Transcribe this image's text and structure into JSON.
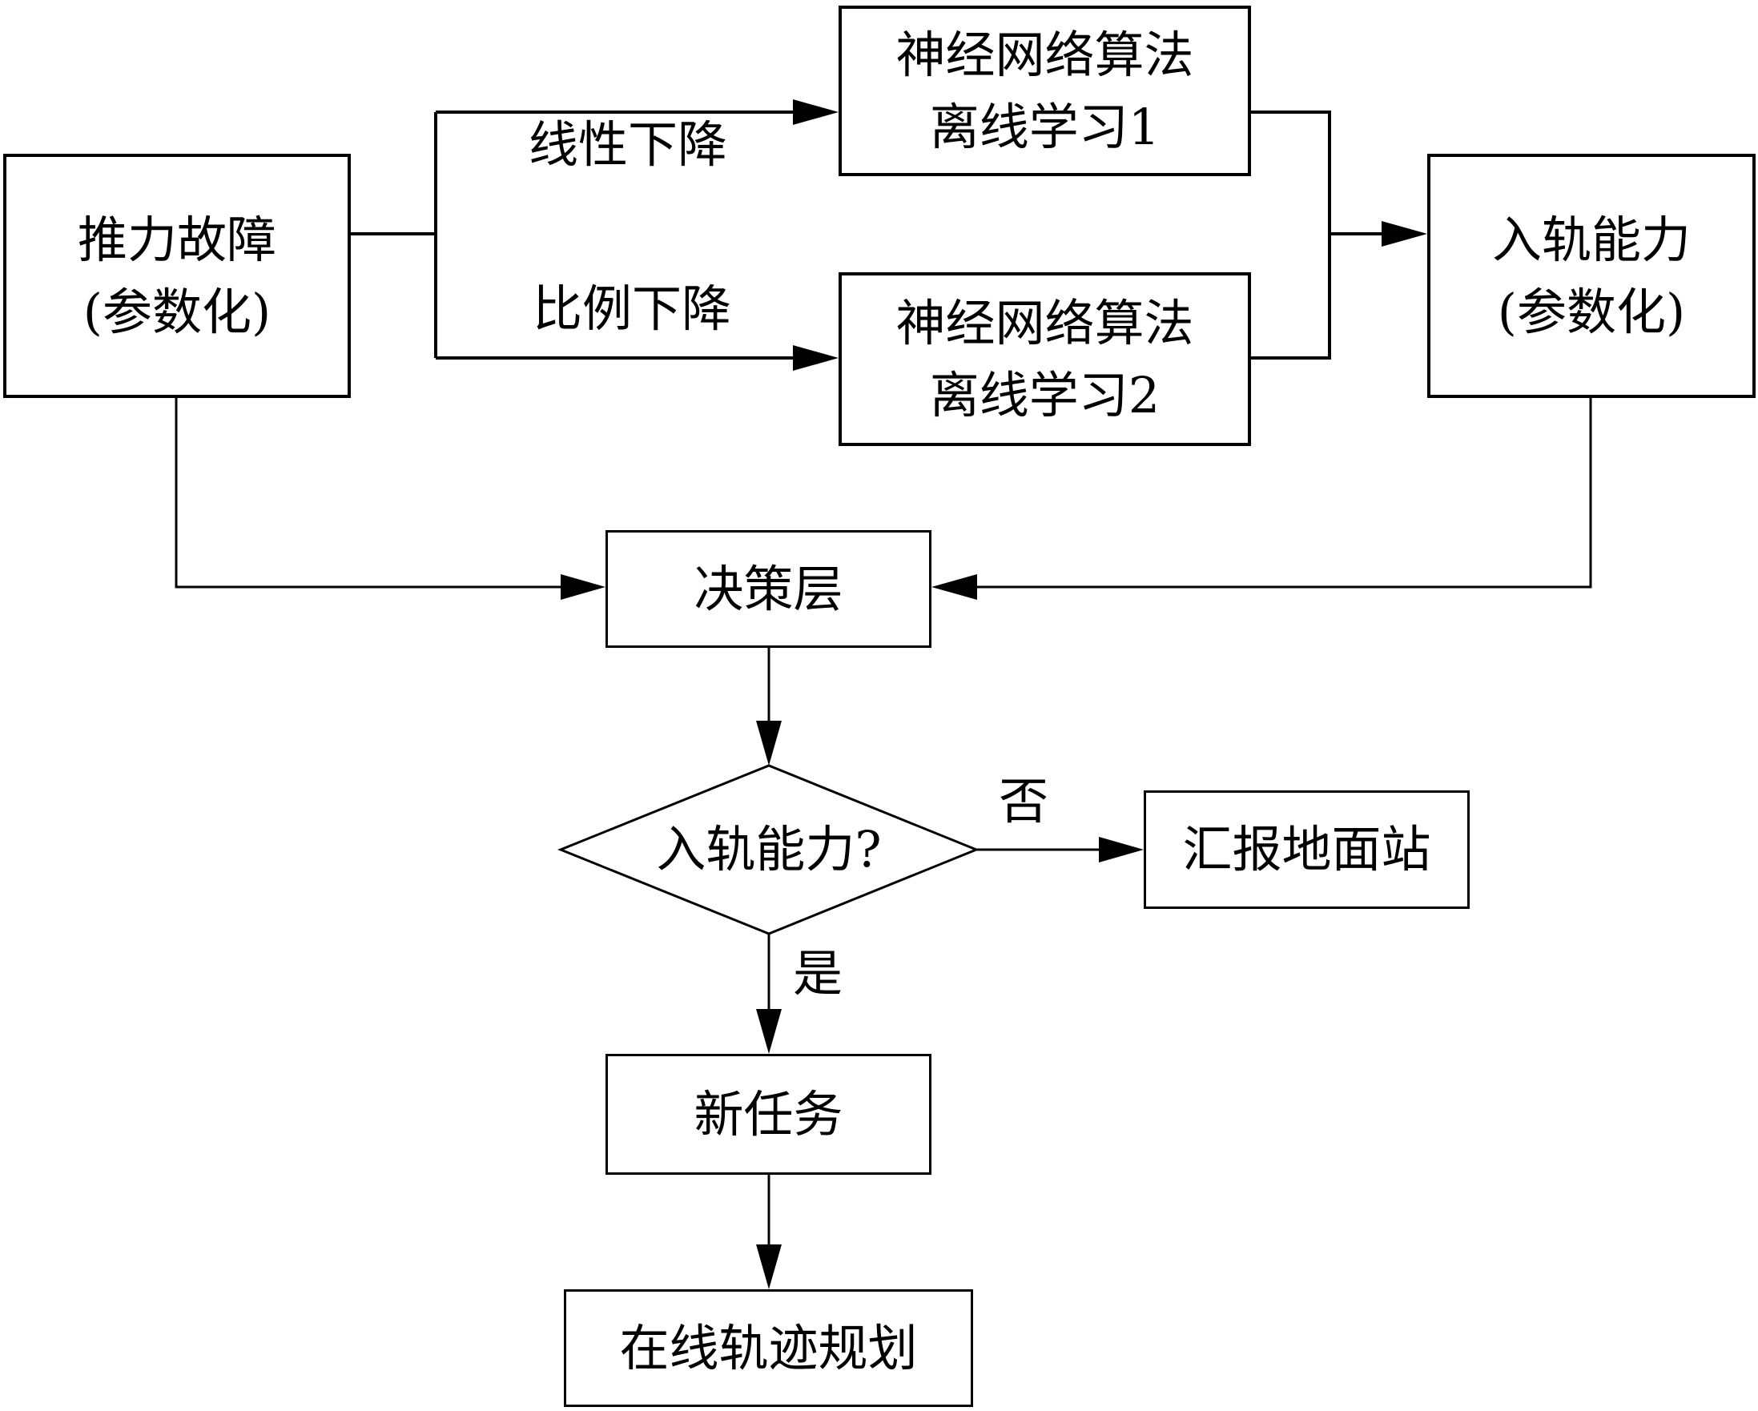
{
  "diagram": {
    "nodes": {
      "thrust_fault": {
        "line1": "推力故障",
        "line2": "(参数化)"
      },
      "nn_offline_1": {
        "line1": "神经网络算法",
        "line2": "离线学习1"
      },
      "nn_offline_2": {
        "line1": "神经网络算法",
        "line2": "离线学习2"
      },
      "orbit_capability": {
        "line1": "入轨能力",
        "line2": "(参数化)"
      },
      "decision_layer": {
        "label": "决策层"
      },
      "orbit_check": {
        "label": "入轨能力?"
      },
      "report_ground": {
        "label": "汇报地面站"
      },
      "new_task": {
        "label": "新任务"
      },
      "online_planning": {
        "label": "在线轨迹规划"
      }
    },
    "edge_labels": {
      "linear_drop": "线性下降",
      "proportional_drop": "比例下降",
      "no": "否",
      "yes": "是"
    },
    "edges": [
      {
        "from": "thrust_fault",
        "to": "nn_offline_1",
        "label": "线性下降"
      },
      {
        "from": "thrust_fault",
        "to": "nn_offline_2",
        "label": "比例下降"
      },
      {
        "from": "nn_offline_1",
        "to": "orbit_capability"
      },
      {
        "from": "nn_offline_2",
        "to": "orbit_capability"
      },
      {
        "from": "thrust_fault",
        "to": "decision_layer"
      },
      {
        "from": "orbit_capability",
        "to": "decision_layer"
      },
      {
        "from": "decision_layer",
        "to": "orbit_check"
      },
      {
        "from": "orbit_check",
        "to": "report_ground",
        "label": "否"
      },
      {
        "from": "orbit_check",
        "to": "new_task",
        "label": "是"
      },
      {
        "from": "new_task",
        "to": "online_planning"
      }
    ]
  }
}
